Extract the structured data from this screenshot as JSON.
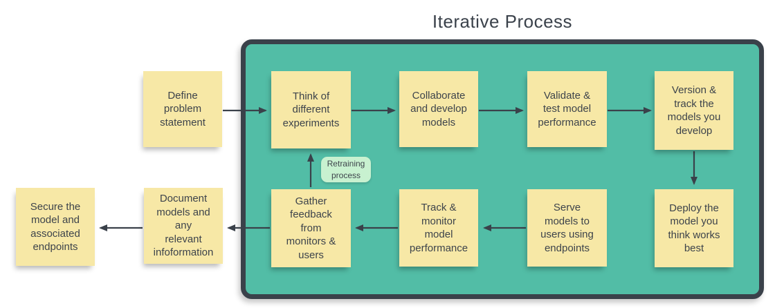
{
  "title": "Iterative Process",
  "notes": [
    {
      "id": "define-problem",
      "label": "Define\nproblem\nstatement"
    },
    {
      "id": "think-experiments",
      "label": "Think of\ndifferent\nexperiments"
    },
    {
      "id": "collaborate-develop",
      "label": "Collaborate\nand develop\nmodels"
    },
    {
      "id": "validate-test",
      "label": "Validate &\ntest model\nperformance"
    },
    {
      "id": "version-track",
      "label": "Version &\ntrack the\nmodels you\ndevelop"
    },
    {
      "id": "deploy-model",
      "label": "Deploy the\nmodel you\nthink works\nbest"
    },
    {
      "id": "serve-models",
      "label": "Serve\nmodels to\nusers using\nendpoints"
    },
    {
      "id": "track-monitor",
      "label": "Track &\nmonitor\nmodel\nperformance"
    },
    {
      "id": "gather-feedback",
      "label": "Gather\nfeedback\nfrom\nmonitors &\nusers"
    },
    {
      "id": "document-models",
      "label": "Document\nmodels and\nany\nrelevant\ninfoformation"
    },
    {
      "id": "secure-model",
      "label": "Secure the\nmodel and\nassociated\nendpoints"
    }
  ],
  "retraining_label": "Retraining\nprocess",
  "colors": {
    "container_fill": "#52bda6",
    "container_border": "#3a414a",
    "note_fill": "#f7e8a6",
    "note_text": "#3d434b",
    "retraining_tag_fill": "#c8f1d0",
    "arrow": "#3a414a",
    "title_text": "#3b424b",
    "page_background": "#ffffff"
  }
}
